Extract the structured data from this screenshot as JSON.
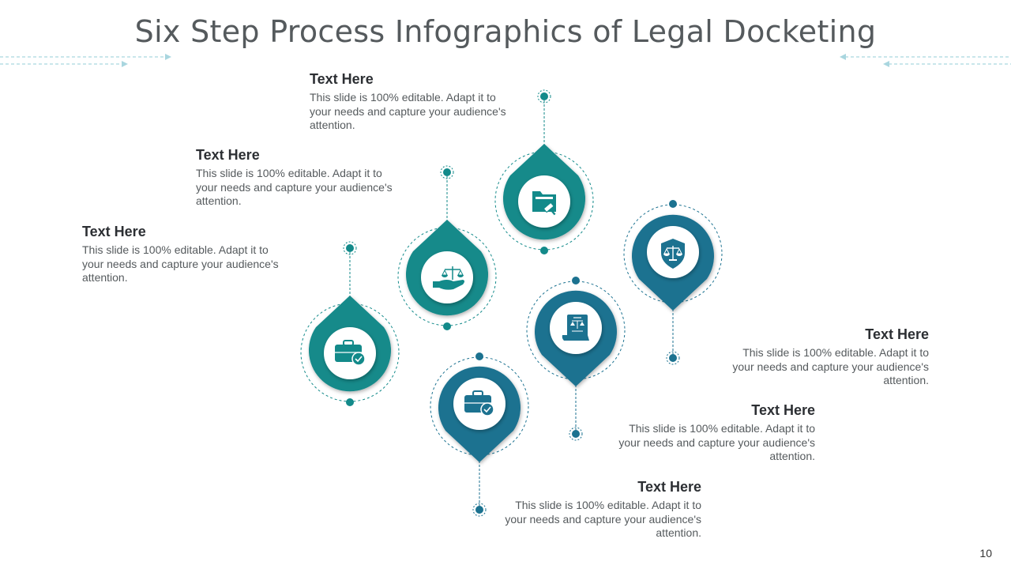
{
  "title": "Six Step Process Infographics of Legal Docketing",
  "page_number": "10",
  "colors": {
    "teal": "#138a8a",
    "blue": "#1c7290",
    "dashed": "#a9d6df"
  },
  "steps": [
    {
      "heading": "Text Here",
      "body": "This slide is 100% editable. Adapt it to your needs and capture your audience's attention.",
      "icon": "briefcase-check-icon"
    },
    {
      "heading": "Text Here",
      "body": "This slide is 100% editable. Adapt it to your needs and capture your audience's attention.",
      "icon": "scales-hand-icon"
    },
    {
      "heading": "Text Here",
      "body": "This slide is 100% editable. Adapt it to your needs and capture your audience's attention.",
      "icon": "folder-gavel-icon"
    },
    {
      "heading": "Text Here",
      "body": "This slide is 100% editable. Adapt it to your needs and capture your audience's attention.",
      "icon": "briefcase-check-icon"
    },
    {
      "heading": "Text Here",
      "body": "This slide is 100% editable. Adapt it to your needs and capture your audience's attention.",
      "icon": "legal-scroll-icon"
    },
    {
      "heading": "Text Here",
      "body": "This slide is 100% editable. Adapt it to your needs and capture your audience's attention.",
      "icon": "shield-scales-icon"
    }
  ]
}
